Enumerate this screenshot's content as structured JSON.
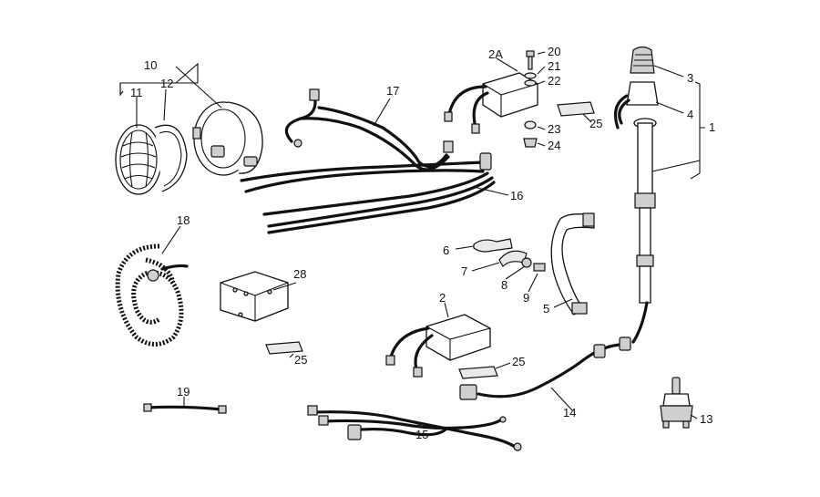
{
  "callouts": [
    {
      "id": "1",
      "label": "1"
    },
    {
      "id": "2",
      "label": "2"
    },
    {
      "id": "2a",
      "label": "2A"
    },
    {
      "id": "3",
      "label": "3"
    },
    {
      "id": "4",
      "label": "4"
    },
    {
      "id": "5",
      "label": "5"
    },
    {
      "id": "6",
      "label": "6"
    },
    {
      "id": "7",
      "label": "7"
    },
    {
      "id": "8",
      "label": "8"
    },
    {
      "id": "9",
      "label": "9"
    },
    {
      "id": "10",
      "label": "10"
    },
    {
      "id": "11",
      "label": "11"
    },
    {
      "id": "12",
      "label": "12"
    },
    {
      "id": "13",
      "label": "13"
    },
    {
      "id": "14",
      "label": "14"
    },
    {
      "id": "15",
      "label": "15"
    },
    {
      "id": "16",
      "label": "16"
    },
    {
      "id": "17",
      "label": "17"
    },
    {
      "id": "18",
      "label": "18"
    },
    {
      "id": "19",
      "label": "19"
    },
    {
      "id": "20",
      "label": "20"
    },
    {
      "id": "21",
      "label": "21"
    },
    {
      "id": "22",
      "label": "22"
    },
    {
      "id": "23",
      "label": "23"
    },
    {
      "id": "24",
      "label": "24"
    },
    {
      "id": "25a",
      "label": "25"
    },
    {
      "id": "25b",
      "label": "25"
    },
    {
      "id": "25c",
      "label": "25"
    },
    {
      "id": "28",
      "label": "28"
    }
  ]
}
